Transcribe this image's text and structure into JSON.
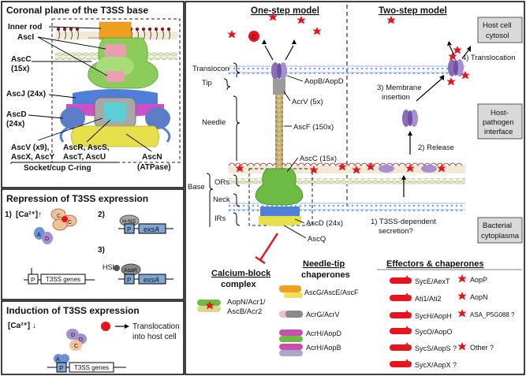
{
  "panels": {
    "coronal": {
      "title": "Coronal plane of the T3SS base",
      "labels": {
        "inner_rod": "Inner rod",
        "ascI": "AscI",
        "ascC": "AscC",
        "ascC_n": "(15x)",
        "ascJ": "AscJ (24x)",
        "ascD": "AscD",
        "ascD_n": "(24x)",
        "ascV": "AscV (x9),",
        "ascRS": "AscR, AscS,",
        "ascX": "AscX, AscY",
        "ascTU": "AscT, AscU",
        "socket": "Socket/cup C-ring",
        "ascN": "AscN",
        "atpase": "(ATPase)"
      }
    },
    "repression": {
      "title": "Repression of T3SS expression",
      "item1": "1)",
      "ca": "[Ca²⁺]↑",
      "item2": "2)",
      "item3": "3)",
      "hns": "H-NS",
      "hsl": "HSL",
      "asar": "AsaR",
      "p": "P",
      "exsA": "exsA",
      "t3ss_genes": "T3SS genes",
      "c": "C",
      "a": "A",
      "d": "D"
    },
    "induction": {
      "title": "Induction of T3SS expression",
      "ca": "[Ca²⁺] ↓",
      "translocation": "Translocation",
      "into_host": "into host cell",
      "p": "P",
      "t3ss_genes": "T3SS genes",
      "a": "A",
      "c": "C",
      "d": "D"
    },
    "one_step": {
      "title": "One-step model",
      "translocon": "Translocon",
      "tip": "Tip",
      "needle": "Needle",
      "base": "Base",
      "ors": "ORs",
      "neck": "Neck",
      "irs": "IRs",
      "aopb": "AopB/AopD",
      "acrv": "AcrV (5x)",
      "ascf": "AscF (150x)",
      "ascc": "AscC (15x)",
      "ascd": "AscD (24x)",
      "ascq": "AscQ",
      "c": "C"
    },
    "two_step": {
      "title": "Two-step model",
      "host_cytosol": [
        "Host cell",
        "cytosol"
      ],
      "interface": [
        "Host-",
        "pathogen",
        "interface"
      ],
      "cytoplasma": [
        "Bacterial",
        "cytoplasma"
      ],
      "step1": [
        "1) T3SS-dependent",
        "secretion?"
      ],
      "step2": "2) Release",
      "step3": [
        "3) Membrane",
        "insertion"
      ],
      "step4": "4) Translocation"
    },
    "calcium": {
      "title": [
        "Calcium-block",
        "complex"
      ],
      "label": [
        "AopN/Acr1/",
        "AscB/Acr2"
      ]
    },
    "needle_tip": {
      "title": [
        "Needle-tip",
        "chaperones"
      ],
      "items": [
        "AscG/AscE/AscF",
        "AcrG/AcrV",
        "AcrH/AopD",
        "AcrH/AopB"
      ]
    },
    "effectors": {
      "title": "Effectors & chaperones",
      "left": [
        "SycE/AexT",
        "Ati1/Ati2",
        "SycH/AopH",
        "SycO/AopO",
        "SycS/AopS ?",
        "SycX/AopX ?"
      ],
      "right": [
        "AopP",
        "AopN",
        "ASA_P5G088 ?",
        "Other ?"
      ]
    }
  },
  "colors": {
    "effector_red": "#e8141c",
    "membrane_blue": "#7fa6d6",
    "green_base": "#6dbb45",
    "purple_translocon": "#8b6cb8",
    "yellow_irs": "#e8e04a",
    "blue_ring": "#4f7fd8",
    "magenta": "#d04fc8",
    "orange_rod": "#f0a020"
  }
}
